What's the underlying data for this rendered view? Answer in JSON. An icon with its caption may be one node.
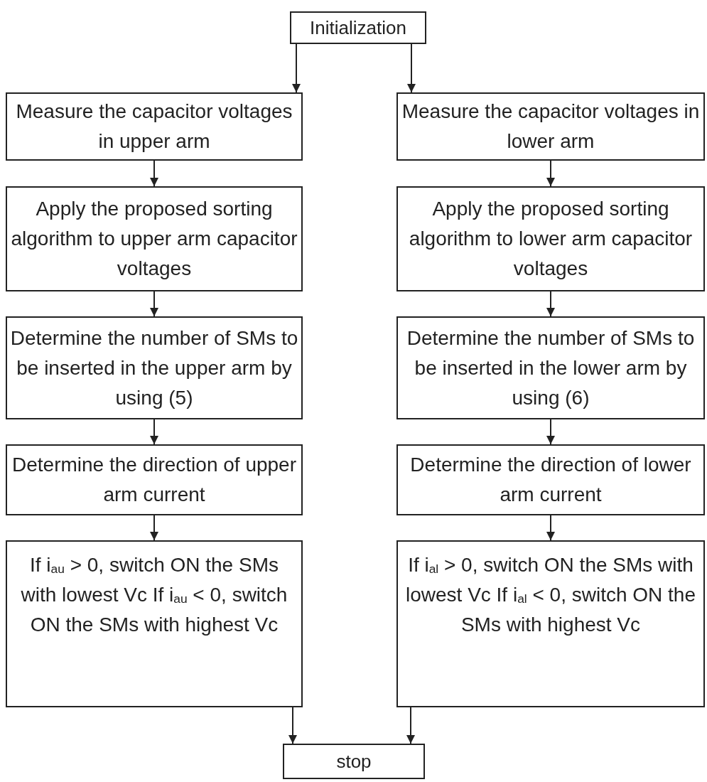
{
  "diagram": {
    "nodes": [
      {
        "text": [
          "Initialization"
        ]
      },
      {
        "text": [
          "Measure the capacitor voltages in upper arm"
        ]
      },
      {
        "text": [
          "Apply the proposed sorting algorithm to upper arm capacitor voltages"
        ]
      },
      {
        "text": [
          "Determine the number of SMs to be inserted in the upper arm by using (5)"
        ]
      },
      {
        "text": [
          "Determine the direction of upper arm current"
        ]
      },
      {
        "text": [
          "If i$_{au}$ > 0, switch ON the SMs with lowest Vc If i$_{au}$ < 0, switch ON the SMs with highest Vc"
        ]
      },
      {
        "text": [
          "Measure the capacitor voltages in lower arm"
        ]
      },
      {
        "text": [
          "Apply the proposed sorting algorithm to lower arm capacitor voltages"
        ]
      },
      {
        "text": [
          "Determine the number of SMs to be inserted in the lower arm by using (6)"
        ]
      },
      {
        "text": [
          "Determine the direction of lower arm current"
        ]
      },
      {
        "text": [
          "If i$_{al}$ > 0, switch ON the SMs with lowest Vc If i$_{al}$ < 0, switch ON the SMs with highest Vc"
        ]
      },
      {
        "text": [
          "stop"
        ]
      }
    ],
    "edges": [
      {
        "from": 0,
        "to": 1,
        "arrow": "to"
      },
      {
        "from": 0,
        "to": 6,
        "arrow": "to"
      },
      {
        "from": 1,
        "to": 2,
        "arrow": "to"
      },
      {
        "from": 2,
        "to": 3,
        "arrow": "to"
      },
      {
        "from": 3,
        "to": 4,
        "arrow": "to"
      },
      {
        "from": 4,
        "to": 5,
        "arrow": "to"
      },
      {
        "from": 6,
        "to": 7,
        "arrow": "to"
      },
      {
        "from": 7,
        "to": 8,
        "arrow": "to"
      },
      {
        "from": 8,
        "to": 9,
        "arrow": "to"
      },
      {
        "from": 9,
        "to": 10,
        "arrow": "to"
      },
      {
        "from": 5,
        "to": 11,
        "arrow": "to"
      },
      {
        "from": 10,
        "to": 11,
        "arrow": "to"
      }
    ]
  }
}
